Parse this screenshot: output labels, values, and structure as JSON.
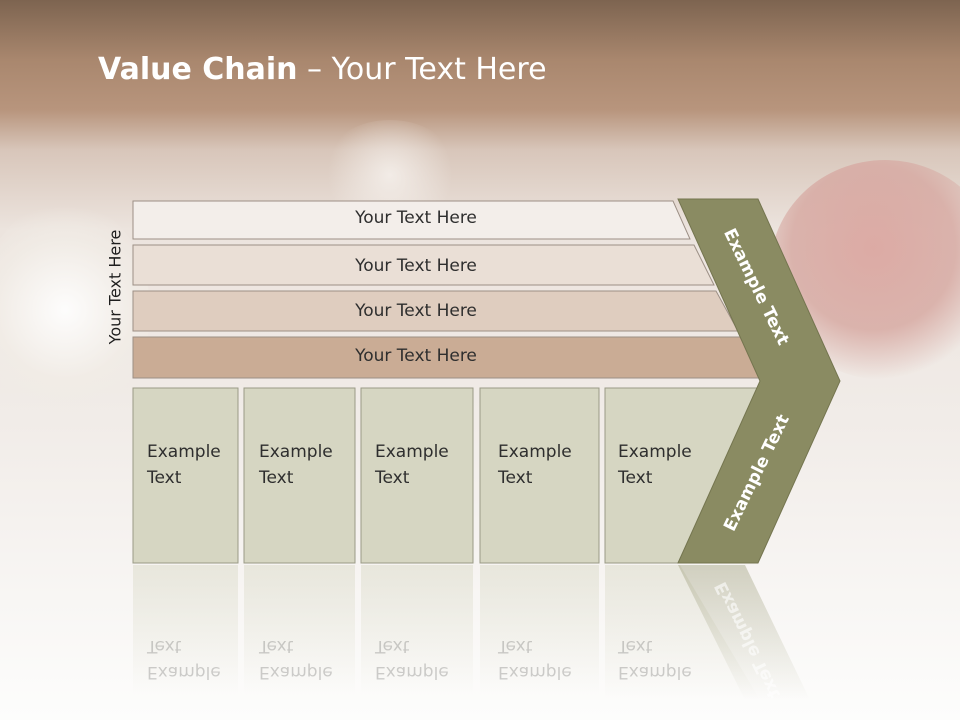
{
  "slide": {
    "title_bold": "Value Chain",
    "title_rest": " – Your Text Here",
    "side_label": "Your Text Here"
  },
  "rows": [
    {
      "label": "Your Text Here",
      "fill": "#f3eeea"
    },
    {
      "label": "Your Text Here",
      "fill": "#eadfd6"
    },
    {
      "label": "Your Text Here",
      "fill": "#dfcdbf"
    },
    {
      "label": "Your Text Here",
      "fill": "#caac95"
    }
  ],
  "cells": [
    {
      "line1": "Example",
      "line2": "Text"
    },
    {
      "line1": "Example",
      "line2": "Text"
    },
    {
      "line1": "Example",
      "line2": "Text"
    },
    {
      "line1": "Example",
      "line2": "Text"
    },
    {
      "line1": "Example",
      "line2": "Text"
    }
  ],
  "arrow": {
    "upper_label": "Example Text",
    "lower_label": "Example Text"
  },
  "colors": {
    "cell_fill": "#d6d6c2",
    "arrow_fill": "#8a8b62",
    "title": "#ffffff"
  }
}
